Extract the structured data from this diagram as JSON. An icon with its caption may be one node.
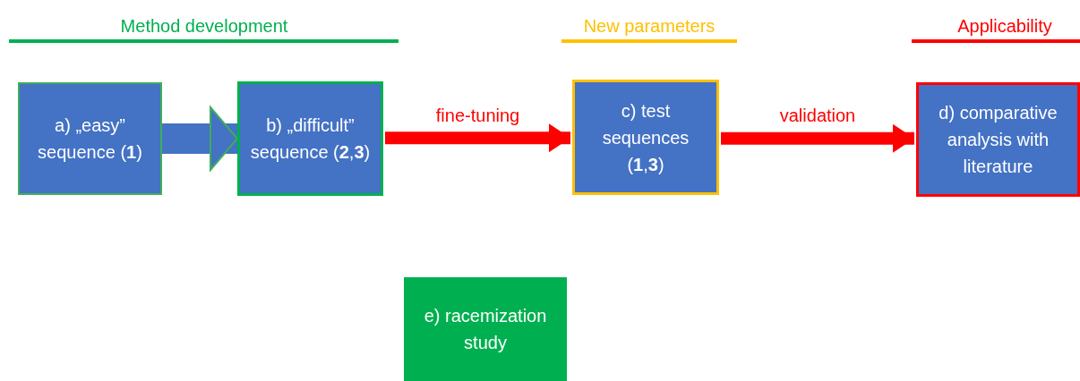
{
  "diagram": {
    "nodes": [
      {
        "text": [
          "a) „easy” sequence (**1**)"
        ]
      },
      {
        "text": [
          "b) „difficult” sequence (**2**,**3**)"
        ]
      },
      {
        "text": [
          "c) test sequences (**1**,**3**)"
        ]
      },
      {
        "text": [
          "d) comparative analysis with literature"
        ]
      },
      {
        "text": [
          "e) racemization study"
        ]
      }
    ],
    "edges": [
      {
        "from": 0,
        "to": 1,
        "arrow": "to",
        "style": "thick",
        "color": "#4472c4"
      },
      {
        "from": 1,
        "to": 2,
        "arrow": "to",
        "label": "fine-tuning"
      },
      {
        "from": 2,
        "to": 3,
        "arrow": "to",
        "label": "validation"
      }
    ],
    "labels": [
      "Method development",
      "New parameters",
      "Applicability"
    ]
  }
}
